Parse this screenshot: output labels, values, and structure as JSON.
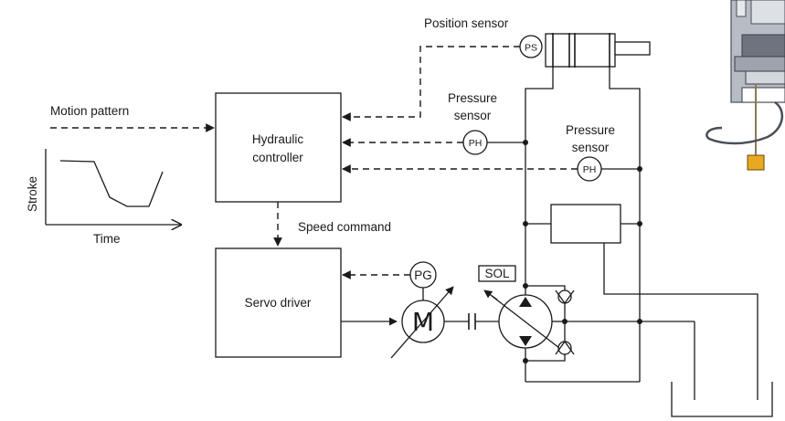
{
  "labels": {
    "motion_pattern": "Motion pattern",
    "hydraulic_controller_line1": "Hydraulic",
    "hydraulic_controller_line2": "controller",
    "position_sensor": "Position sensor",
    "ps": "PS",
    "pressure_sensor_1_line1": "Pressure",
    "pressure_sensor_1_line2": "sensor",
    "pressure_sensor_2_line1": "Pressure",
    "pressure_sensor_2_line2": "sensor",
    "ph_1": "PH",
    "ph_2": "PH",
    "speed_command": "Speed command",
    "servo_driver": "Servo driver",
    "pg": "PG",
    "motor": "M",
    "sol": "SOL",
    "stroke": "Stroke",
    "time": "Time"
  },
  "colors": {
    "line": "#1a1a1a",
    "background": "#ffffff",
    "machine_gray": "#b8bcc4",
    "machine_dark": "#6e7380",
    "accent_yellow": "#e8a820"
  },
  "icons": {
    "machine": "press-machine-icon"
  }
}
